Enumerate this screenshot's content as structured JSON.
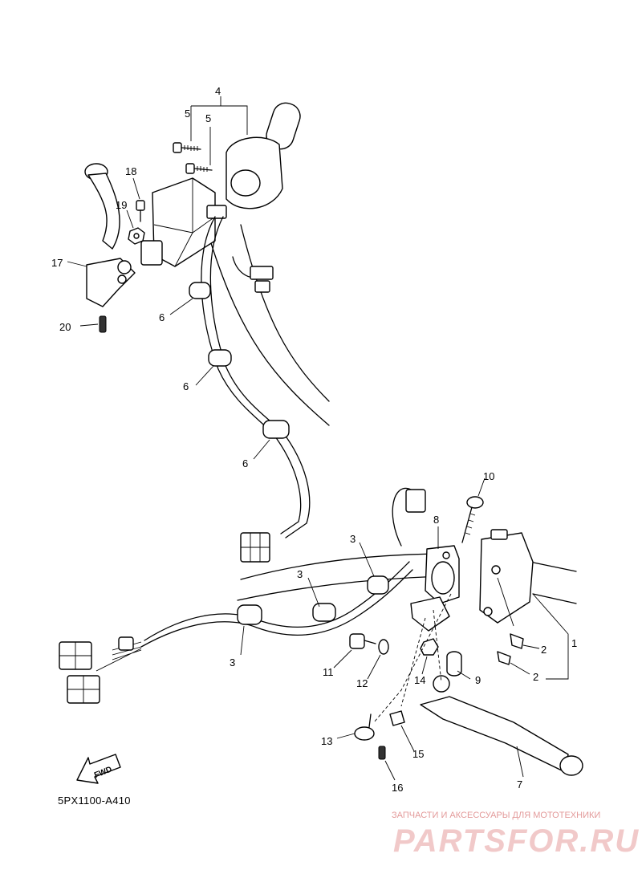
{
  "diagram_code": "5PX1100-A410",
  "direction_arrow": {
    "label": "FWD",
    "icon": "forward-arrow-icon"
  },
  "callouts": {
    "c1": "1",
    "c2a": "2",
    "c2b": "2",
    "c3a": "3",
    "c3b": "3",
    "c3c": "3",
    "c4": "4",
    "c5a": "5",
    "c5b": "5",
    "c6a": "6",
    "c6b": "6",
    "c6c": "6",
    "c7": "7",
    "c8": "8",
    "c9": "9",
    "c10": "10",
    "c11": "11",
    "c12": "12",
    "c13": "13",
    "c14": "14",
    "c15": "15",
    "c16": "16",
    "c17": "17",
    "c18": "18",
    "c19": "19",
    "c20": "20"
  },
  "watermark": {
    "tagline": "ЗАПЧАСТИ И АКСЕССУАРЫ ДЛЯ МОТОТЕХНИКИ",
    "brand": "PARTSFOR.RU"
  }
}
